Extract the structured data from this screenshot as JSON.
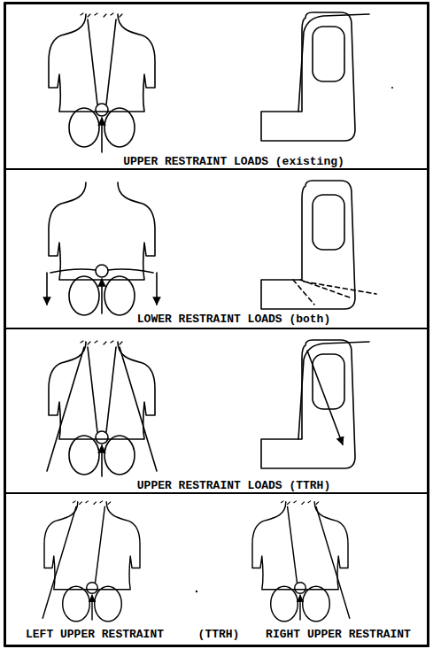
{
  "diagram": {
    "nodes": [
      {
        "text": [
          "UPPER RESTRAINT LOADS (existing)"
        ]
      },
      {
        "text": [
          "LOWER RESTRAINT LOADS (both)"
        ]
      },
      {
        "text": [
          "UPPER RESTRAINT LOADS (TTRH)"
        ]
      },
      {
        "text": [
          "LEFT UPPER RESTRAINT",
          "(TTRH)",
          "RIGHT UPPER RESTRAINT"
        ]
      }
    ]
  }
}
